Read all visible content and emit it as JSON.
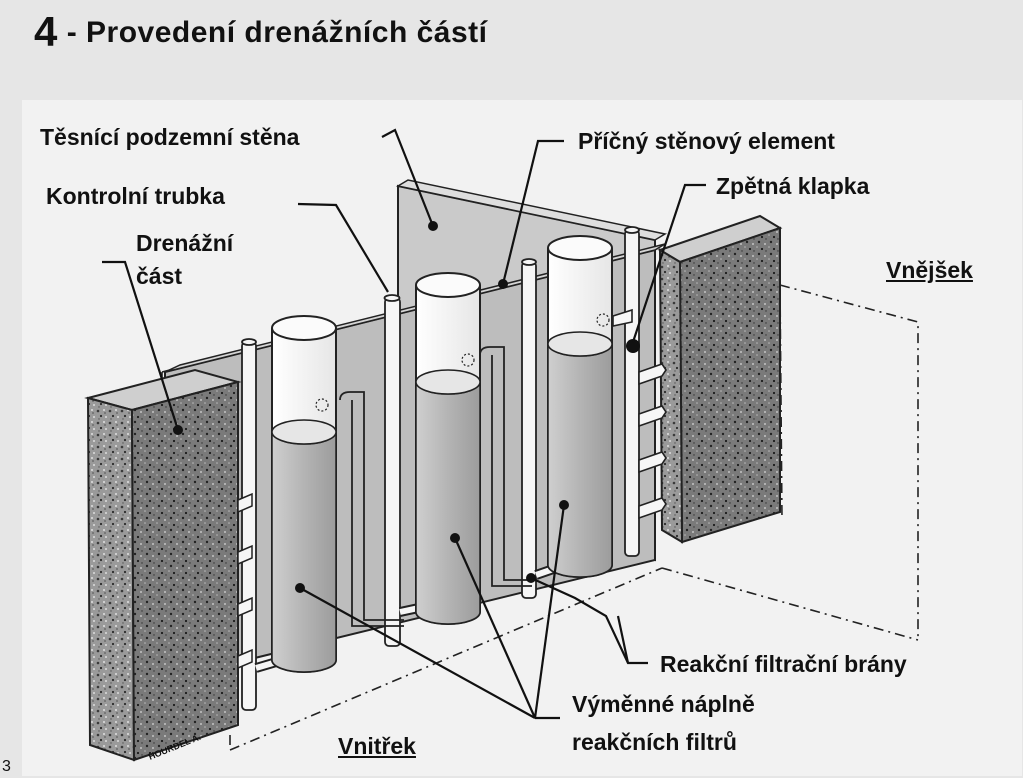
{
  "title": {
    "number": "4",
    "text": " - Provedení drenážních částí"
  },
  "labels": {
    "tesnici": "Těsnící podzemní stěna",
    "pricny": "Příčný stěnový element",
    "kontrolni": "Kontrolní trubka",
    "zpetna": "Zpětná klapka",
    "drenazni_1": "Drenážní",
    "drenazni_2": "část",
    "vnejsek": "Vnějšek",
    "reakcni": "Reakční filtrační brány",
    "vymenne_1": "Výměnné náplně",
    "vymenne_2": "reakčních filtrů",
    "vnitrek": "Vnitřek"
  },
  "signature": "HOURDEL A.",
  "page_number": "3"
}
